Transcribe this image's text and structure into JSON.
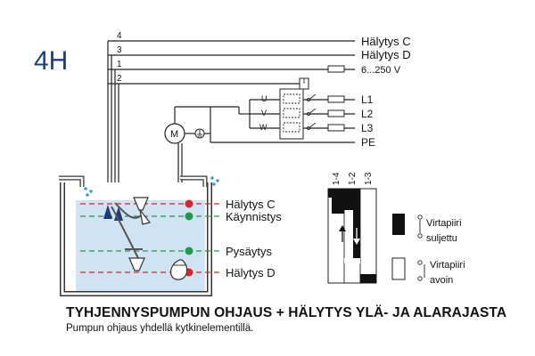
{
  "figure_id": "4H",
  "wires": {
    "w4": "4",
    "w3": "3",
    "w1": "1",
    "w2": "2"
  },
  "outputs": {
    "alarm_c": "Hälytys C",
    "alarm_d": "Hälytys D",
    "voltage": "6...250 V",
    "l1": "L1",
    "l2": "L2",
    "l3": "L3",
    "pe": "PE"
  },
  "motor": {
    "m_label": "M"
  },
  "relay_labels": {
    "u": "U",
    "v": "V",
    "w": "W"
  },
  "levels": {
    "alarm_c": "Hälytys C",
    "start": "Käynnistys",
    "stop": "Pysäytys",
    "alarm_d": "Hälytys D"
  },
  "switch_table": {
    "columns": [
      "1-4",
      "1-2",
      "1-3"
    ]
  },
  "legend": {
    "closed_line1": "Virtapiiri",
    "closed_line2": "suljettu",
    "open_line1": "Virtapiiri",
    "open_line2": "avoin"
  },
  "caption": {
    "title": "TYHJENNYSPUMPUN OHJAUS + HÄLYTYS YLÄ- JA ALARAJASTA",
    "subtitle": "Pumpun ohjaus yhdellä kytkinelementillä."
  },
  "colors": {
    "title_blue": "#1a3f7a",
    "water": "#cfe3f3",
    "red_level": "#d9262a",
    "green_level": "#1f9a4a",
    "dark_blue_float": "#1d3b78"
  }
}
